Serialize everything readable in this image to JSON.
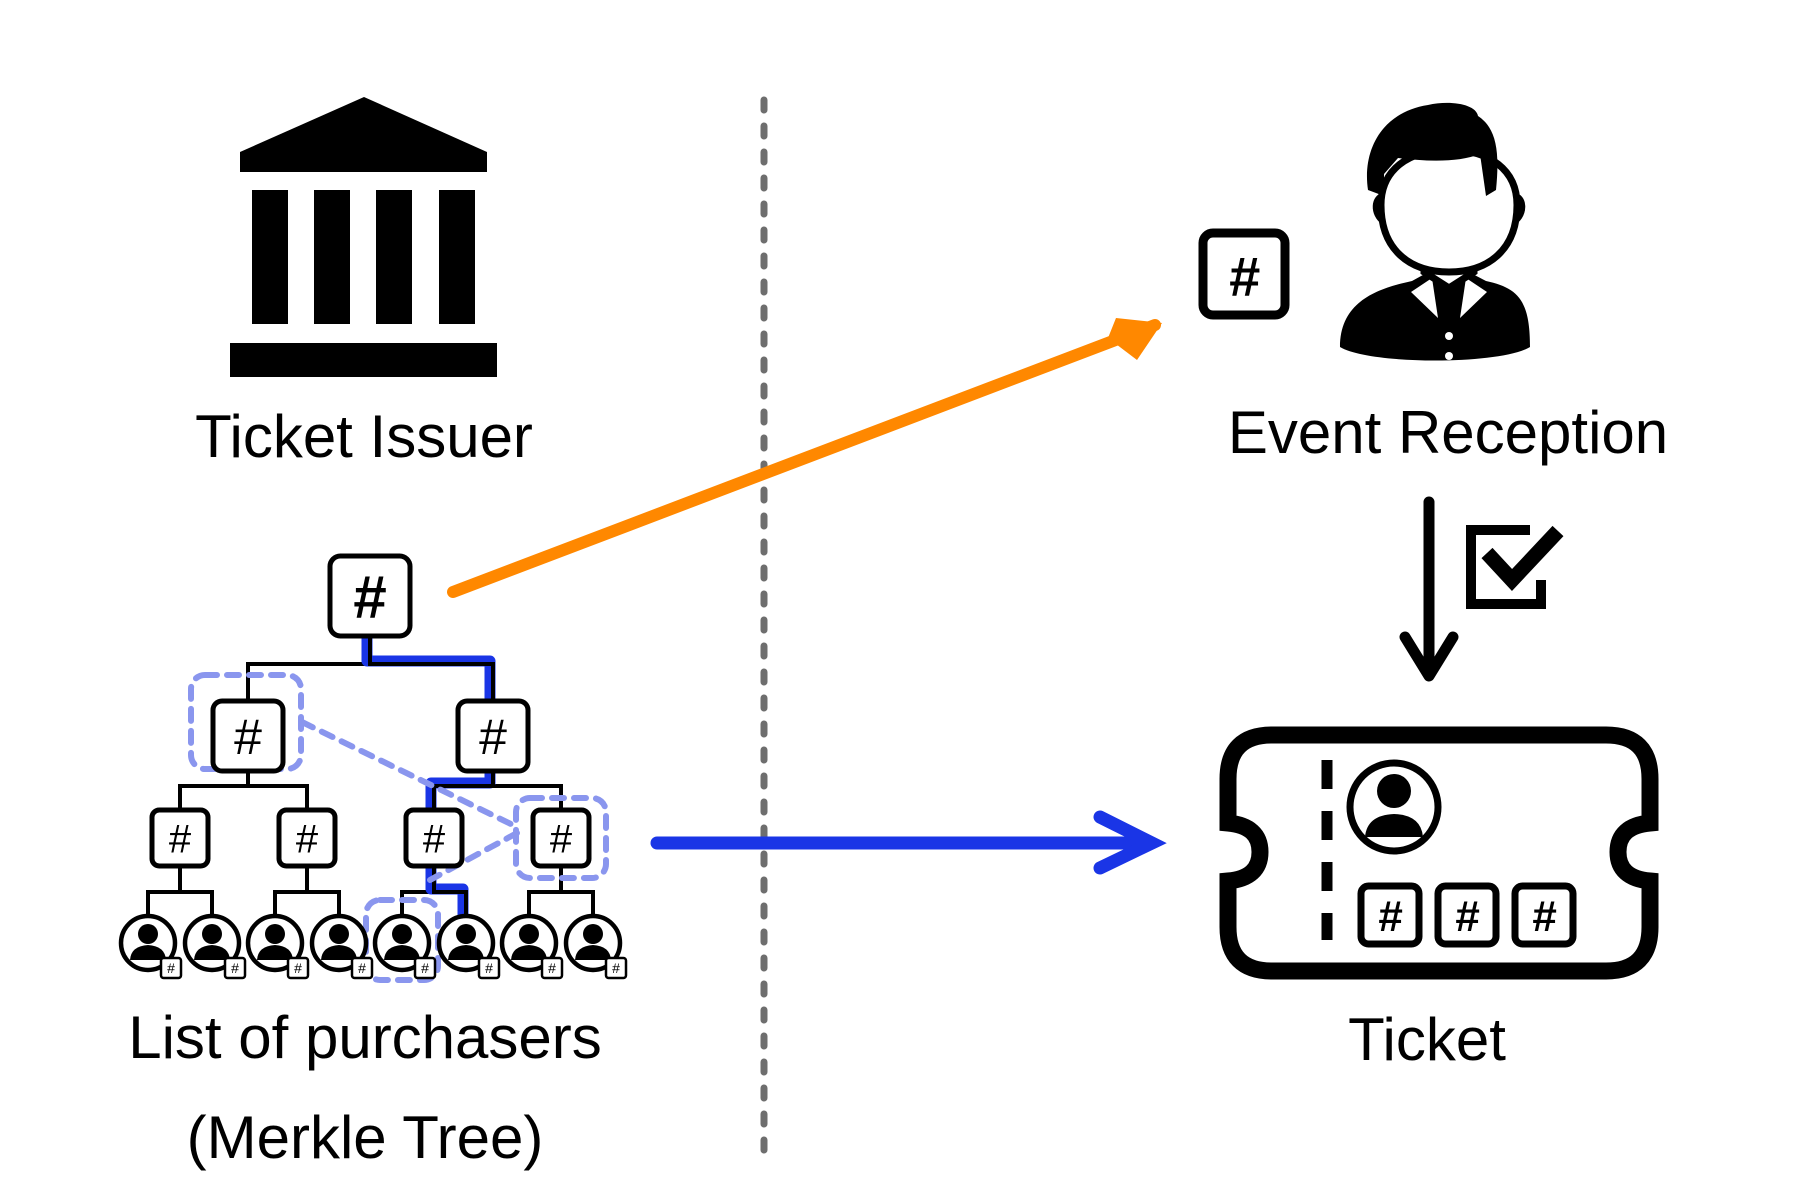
{
  "labels": {
    "issuer": "Ticket Issuer",
    "reception": "Event Reception",
    "ticket": "Ticket",
    "merkle_line1": "List of purchasers",
    "merkle_line2": "(Merkle Tree)"
  },
  "hash_glyph": "#",
  "colors": {
    "ink": "#000000",
    "orange_arrow": "#ff8800",
    "blue_path": "#1a35e6",
    "proof_dashed": "#8a96ee",
    "divider": "#6e6e6e"
  },
  "icons": {
    "issuer": "bank-building-icon",
    "reception": "businessman-icon",
    "verify": "checkbox-checked-icon",
    "ticket": "ticket-icon",
    "purchaser": "user-circle-icon"
  },
  "merkle_tree": {
    "levels": 4,
    "leaf_count": 8,
    "highlighted_leaf_index": 5,
    "proof_nodes": [
      "level1-left",
      "level2-right",
      "leaf-4"
    ]
  },
  "ticket": {
    "hash_boxes": [
      "#",
      "#",
      "#"
    ]
  }
}
